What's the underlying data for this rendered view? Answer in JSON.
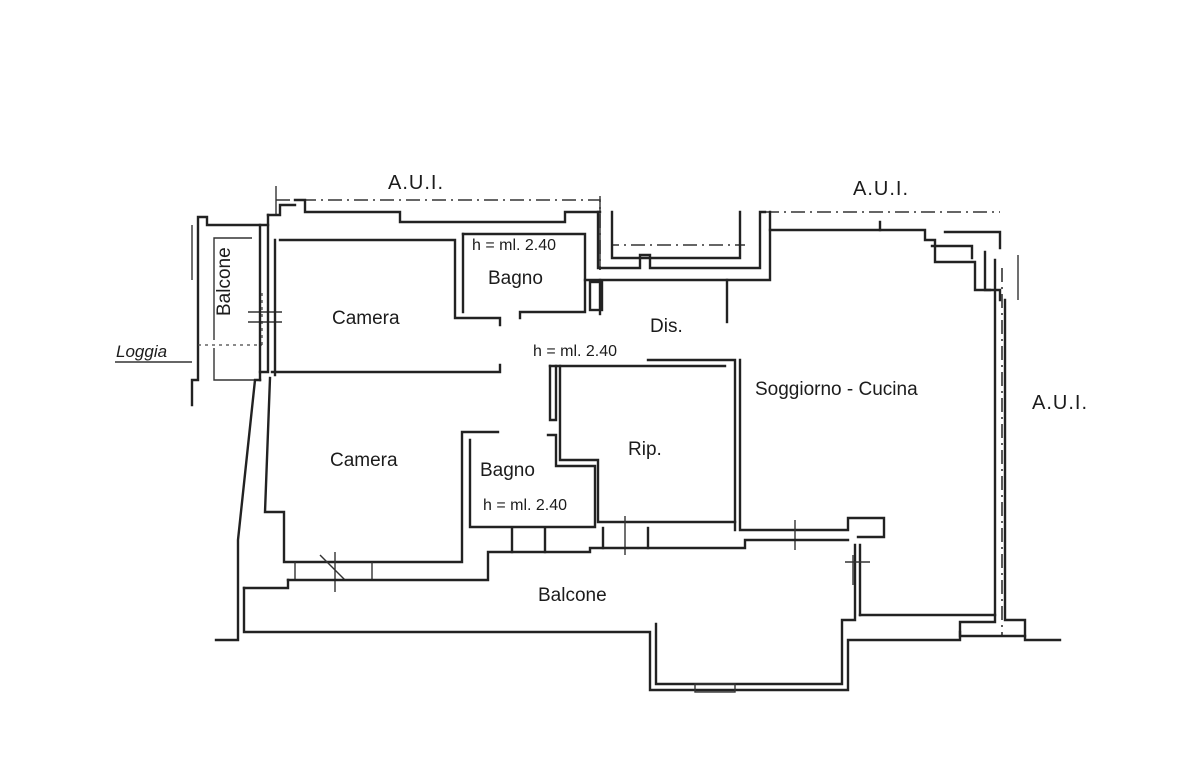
{
  "labels": {
    "aui": "A.U.I.",
    "balcone": "Balcone",
    "loggia": "Loggia",
    "camera": "Camera",
    "bagno": "Bagno",
    "dis": "Dis.",
    "rip": "Rip.",
    "soggiorno_cucina": "Soggiorno - Cucina",
    "height": "h = ml. 2.40"
  }
}
